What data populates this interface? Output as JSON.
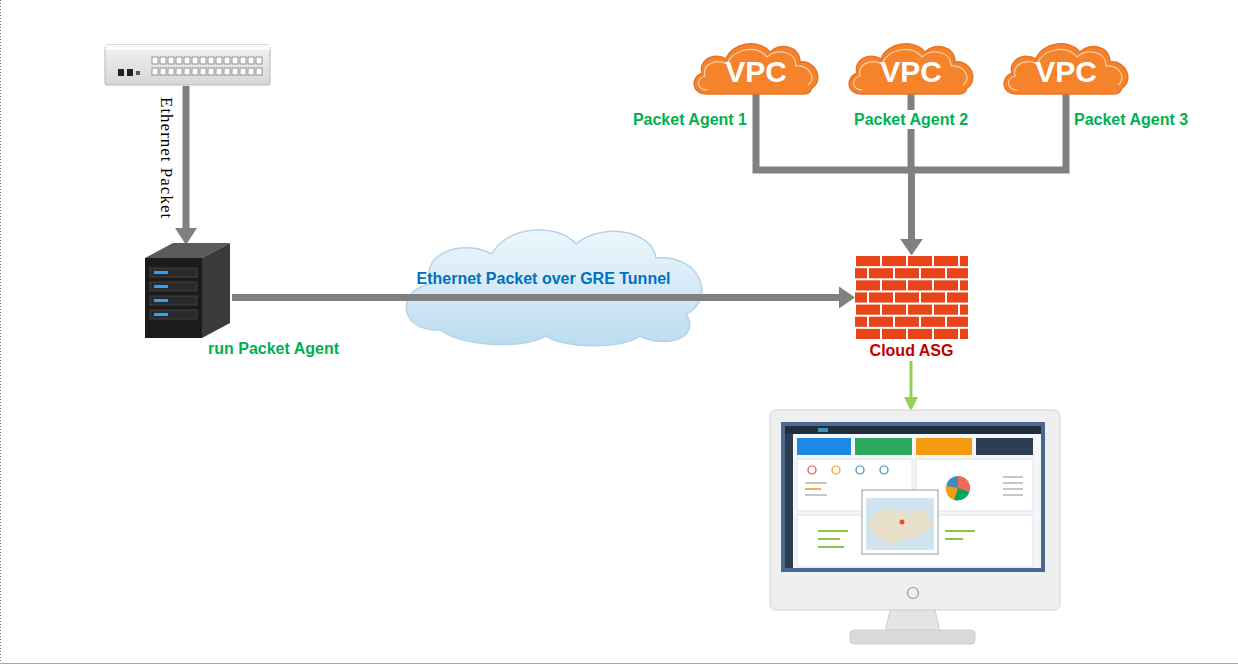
{
  "diagram": {
    "nodes": [
      {
        "text": [
          "VPC",
          "Packet Agent 1"
        ]
      },
      {
        "text": [
          "VPC",
          "Packet Agent 2"
        ]
      },
      {
        "text": [
          "VPC",
          "Packet Agent 3"
        ]
      },
      {
        "text": [
          "run Packet Agent"
        ]
      },
      {
        "text": [
          "Cloud ASG"
        ]
      }
    ],
    "edges": [
      {
        "from": 0,
        "to": 4,
        "arrow": "to"
      },
      {
        "from": 1,
        "to": 4,
        "arrow": "to"
      },
      {
        "from": 2,
        "to": 4,
        "arrow": "to"
      },
      {
        "from": 3,
        "to": 4,
        "label": "Ethernet Packet over GRE Tunnel",
        "arrow": "to"
      }
    ],
    "labels": [
      "Ethernet Packet"
    ]
  }
}
